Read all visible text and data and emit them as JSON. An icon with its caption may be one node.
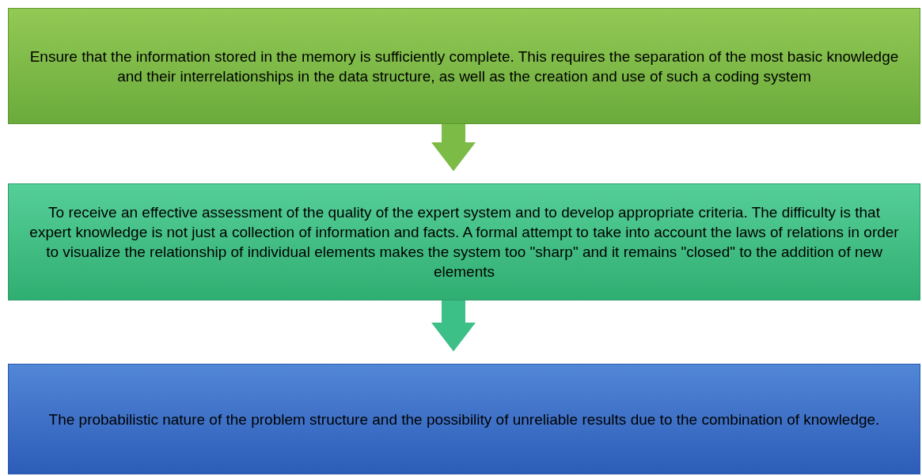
{
  "diagram": {
    "nodes": [
      {
        "text": [
          "Ensure that the information stored in the memory is sufficiently complete. This requires the separation of the most basic knowledge and their interrelationships in the data structure, as well as the creation and use of such a coding system"
        ]
      },
      {
        "text": [
          "To receive an effective assessment of the quality of the expert system and to develop appropriate criteria. The difficulty is that expert knowledge is not just a collection of information and facts. A formal attempt to take into account the laws of relations in order to visualize the relationship of individual elements makes the system too \"sharp\" and it remains \"closed\" to the addition of new elements"
        ]
      },
      {
        "text": [
          "The probabilistic nature of the problem structure and the possibility of unreliable results due to the combination of knowledge."
        ]
      }
    ],
    "edges": [
      {
        "from": 0,
        "to": 1,
        "arrow": "to",
        "color": "#7cbb45"
      },
      {
        "from": 1,
        "to": 2,
        "arrow": "to",
        "color": "#3dbf88"
      }
    ]
  }
}
